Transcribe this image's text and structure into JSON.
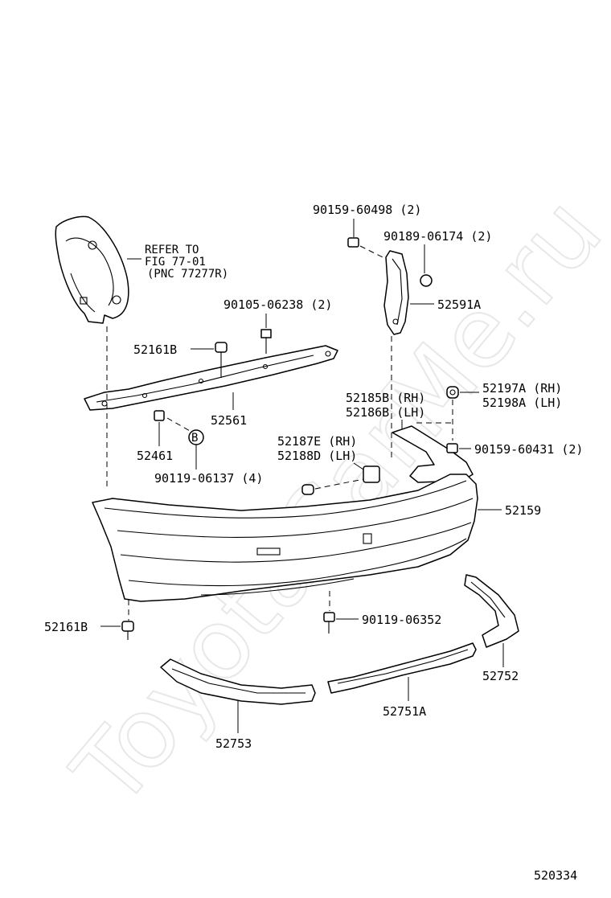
{
  "watermark": "ToyotaCarMe.ru",
  "figure_code": "520334",
  "refer_note": {
    "line1": "REFER TO",
    "line2": "FIG 77-01",
    "line3": "(PNC 77277R)"
  },
  "labels": {
    "p90159_60498": "90159-60498 (2)",
    "p90189_06174": "90189-06174 (2)",
    "p52591A": "52591A",
    "p90105_06238": "90105-06238 (2)",
    "p52161B_top": "52161B",
    "p52561": "52561",
    "p52185B": "52185B (RH)",
    "p52186B": "52186B (LH)",
    "p52197A": "52197A (RH)",
    "p52198A": "52198A (LH)",
    "p52461": "52461",
    "p90119_06137": "90119-06137 (4)",
    "marker_b": "B",
    "p52187E": "52187E (RH)",
    "p52188D": "52188D (LH)",
    "p90159_60431": "90159-60431 (2)",
    "p52159": "52159",
    "p52161B_bottom": "52161B",
    "p90119_06352": "90119-06352",
    "p52752": "52752",
    "p52753": "52753",
    "p52751A": "52751A"
  }
}
